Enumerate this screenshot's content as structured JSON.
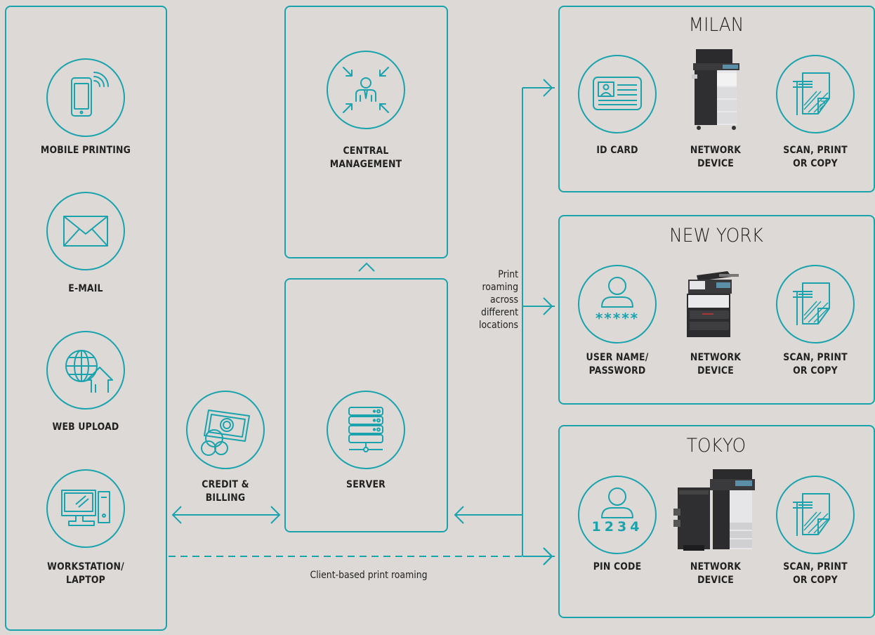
{
  "sources": {
    "mobile": "MOBILE PRINTING",
    "email": "E-MAIL",
    "web": "WEB UPLOAD",
    "workstation": "WORKSTATION/\nLAPTOP"
  },
  "central": "CENTRAL\nMANAGEMENT",
  "server": "SERVER",
  "credit": "CREDIT &\nBILLING",
  "roaming": "Print\nroaming\nacross\ndifferent\nlocations",
  "client_roaming": "Client-based print roaming",
  "locations": [
    {
      "city": "MILAN",
      "auth": "ID CARD",
      "device": "NETWORK\nDEVICE",
      "action": "SCAN, PRINT\nOR COPY"
    },
    {
      "city": "NEW YORK",
      "auth": "USER NAME/\nPASSWORD",
      "device": "NETWORK\nDEVICE",
      "action": "SCAN, PRINT\nOR COPY",
      "auth_glyph": "*****"
    },
    {
      "city": "TOKYO",
      "auth": "PIN CODE",
      "device": "NETWORK\nDEVICE",
      "action": "SCAN, PRINT\nOR COPY",
      "auth_glyph": "1234"
    }
  ],
  "colors": {
    "accent": "#1ba3ad",
    "background": "#dcd9d6",
    "text": "#222222"
  },
  "icons": [
    "mobile-phone-icon",
    "envelope-icon",
    "globe-upload-icon",
    "computer-icon",
    "central-management-icon",
    "credit-billing-icon",
    "server-icon",
    "id-card-icon",
    "user-password-icon",
    "pin-code-icon",
    "scan-print-copy-icon",
    "network-device-icon"
  ]
}
